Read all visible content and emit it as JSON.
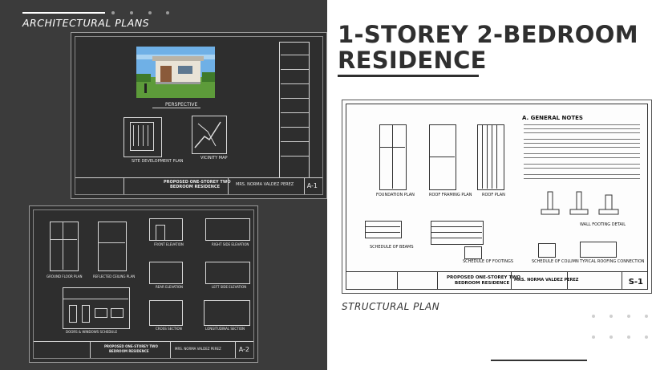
{
  "left_panel": {
    "heading": "ARCHITECTURAL PLANS",
    "sheet_a1": {
      "perspective_label": "PERSPECTIVE",
      "site_plan_label": "SITE DEVELOPMENT PLAN",
      "vicinity_label": "VICINITY MAP",
      "project_title_line1": "PROPOSED ONE-STOREY TWO",
      "project_title_line2": "BEDROOM RESIDENCE",
      "owner": "MRS. NORMA VALDEZ PEREZ",
      "sheet_no": "A-1"
    },
    "sheet_a2": {
      "floor_plan_label": "GROUND FLOOR PLAN",
      "ceiling_plan_label": "REFLECTED CEILING PLAN",
      "front_elev_label": "FRONT ELEVATION",
      "right_elev_label": "RIGHT SIDE ELEVATION",
      "rear_elev_label": "REAR ELEVATION",
      "left_elev_label": "LEFT SIDE ELEVATION",
      "doors_label": "DOORS & WINDOWS SCHEDULE",
      "cross_section_label": "CROSS SECTION",
      "long_section_label": "LONGITUDINAL SECTION",
      "project_title_line1": "PROPOSED ONE-STOREY TWO",
      "project_title_line2": "BEDROOM RESIDENCE",
      "owner": "MRS. NORMA VALDEZ PEREZ",
      "sheet_no": "A-2"
    }
  },
  "right_panel": {
    "title_line1": "1-STOREY 2-BEDROOM",
    "title_line2": "RESIDENCE",
    "footer_label": "STRUCTURAL PLAN",
    "sheet_s1": {
      "general_notes": "A.   GENERAL NOTES",
      "foundation_label": "FOUNDATION PLAN",
      "framing_label": "ROOF FRAMING PLAN",
      "roof_label": "ROOF PLAN",
      "wall_footing_label": "WALL FOOTING DETAIL",
      "beams_label": "SCHEDULE OF BEAMS",
      "footings_label": "SCHEDULE OF FOOTINGS",
      "column_label": "SCHEDULE OF COLUMN",
      "roofing_label": "TYPICAL ROOFING CONNECTION",
      "project_title_line1": "PROPOSED ONE-STOREY TWO",
      "project_title_line2": "BEDROOM RESIDENCE",
      "owner": "MRS. NORMA VALDEZ PEREZ",
      "sheet_no": "S-1"
    }
  },
  "colors": {
    "dark_bg": "#3b3b3b",
    "title_text": "#2f2f2f",
    "accent_line": "#333333"
  }
}
